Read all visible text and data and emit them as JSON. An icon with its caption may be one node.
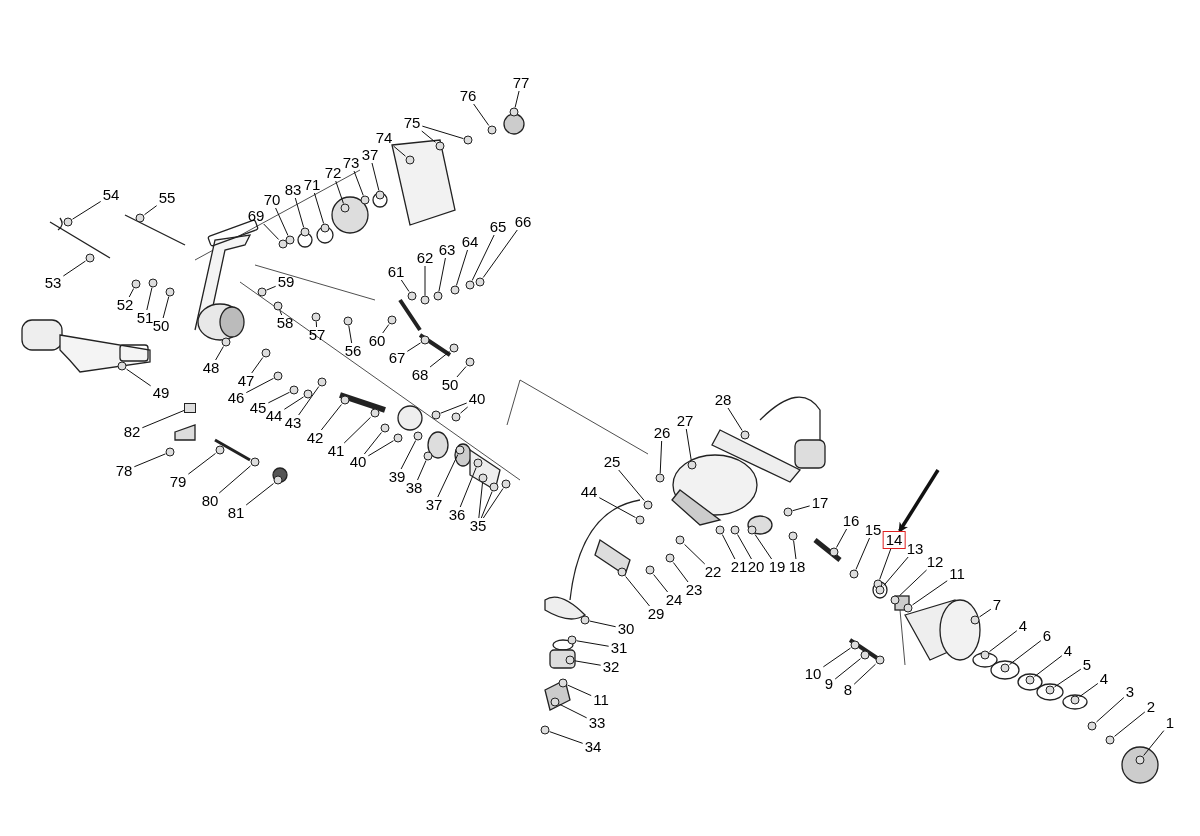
{
  "diagram": {
    "nodes": [
      {
        "text": [
          "77"
        ]
      },
      {
        "text": [
          "76"
        ]
      },
      {
        "text": [
          "75"
        ]
      },
      {
        "text": [
          "74"
        ]
      },
      {
        "text": [
          "37"
        ]
      },
      {
        "text": [
          "73"
        ]
      },
      {
        "text": [
          "72"
        ]
      },
      {
        "text": [
          "71"
        ]
      },
      {
        "text": [
          "83"
        ]
      },
      {
        "text": [
          "70"
        ]
      },
      {
        "text": [
          "69"
        ]
      },
      {
        "text": [
          "54"
        ]
      },
      {
        "text": [
          "55"
        ]
      },
      {
        "text": [
          "53"
        ]
      },
      {
        "text": [
          "52"
        ]
      },
      {
        "text": [
          "51"
        ]
      },
      {
        "text": [
          "50"
        ]
      },
      {
        "text": [
          "59"
        ]
      },
      {
        "text": [
          "61"
        ]
      },
      {
        "text": [
          "62"
        ]
      },
      {
        "text": [
          "63"
        ]
      },
      {
        "text": [
          "64"
        ]
      },
      {
        "text": [
          "65"
        ]
      },
      {
        "text": [
          "66"
        ]
      },
      {
        "text": [
          "58"
        ]
      },
      {
        "text": [
          "57"
        ]
      },
      {
        "text": [
          "56"
        ]
      },
      {
        "text": [
          "60"
        ]
      },
      {
        "text": [
          "67"
        ]
      },
      {
        "text": [
          "68"
        ]
      },
      {
        "text": [
          "50"
        ]
      },
      {
        "text": [
          "48"
        ]
      },
      {
        "text": [
          "47"
        ]
      },
      {
        "text": [
          "49"
        ]
      },
      {
        "text": [
          "46"
        ]
      },
      {
        "text": [
          "45"
        ]
      },
      {
        "text": [
          "44"
        ]
      },
      {
        "text": [
          "43"
        ]
      },
      {
        "text": [
          "42"
        ]
      },
      {
        "text": [
          "41"
        ]
      },
      {
        "text": [
          "40"
        ]
      },
      {
        "text": [
          "40"
        ]
      },
      {
        "text": [
          "39"
        ]
      },
      {
        "text": [
          "38"
        ]
      },
      {
        "text": [
          "37"
        ]
      },
      {
        "text": [
          "36"
        ]
      },
      {
        "text": [
          "35"
        ]
      },
      {
        "text": [
          "82"
        ]
      },
      {
        "text": [
          "78"
        ]
      },
      {
        "text": [
          "79"
        ]
      },
      {
        "text": [
          "80"
        ]
      },
      {
        "text": [
          "81"
        ]
      },
      {
        "text": [
          "28"
        ]
      },
      {
        "text": [
          "27"
        ]
      },
      {
        "text": [
          "26"
        ]
      },
      {
        "text": [
          "25"
        ]
      },
      {
        "text": [
          "44"
        ]
      },
      {
        "text": [
          "17"
        ]
      },
      {
        "text": [
          "16"
        ]
      },
      {
        "text": [
          "15"
        ]
      },
      {
        "text": [
          "14"
        ]
      },
      {
        "text": [
          "13"
        ]
      },
      {
        "text": [
          "12"
        ]
      },
      {
        "text": [
          "11"
        ]
      },
      {
        "text": [
          "7"
        ]
      },
      {
        "text": [
          "22"
        ]
      },
      {
        "text": [
          "21"
        ]
      },
      {
        "text": [
          "20"
        ]
      },
      {
        "text": [
          "19"
        ]
      },
      {
        "text": [
          "18"
        ]
      },
      {
        "text": [
          "23"
        ]
      },
      {
        "text": [
          "24"
        ]
      },
      {
        "text": [
          "29"
        ]
      },
      {
        "text": [
          "30"
        ]
      },
      {
        "text": [
          "31"
        ]
      },
      {
        "text": [
          "32"
        ]
      },
      {
        "text": [
          "11"
        ]
      },
      {
        "text": [
          "33"
        ]
      },
      {
        "text": [
          "34"
        ]
      },
      {
        "text": [
          "4"
        ]
      },
      {
        "text": [
          "6"
        ]
      },
      {
        "text": [
          "4"
        ]
      },
      {
        "text": [
          "5"
        ]
      },
      {
        "text": [
          "4"
        ]
      },
      {
        "text": [
          "3"
        ]
      },
      {
        "text": [
          "2"
        ]
      },
      {
        "text": [
          "10"
        ]
      },
      {
        "text": [
          "9"
        ]
      },
      {
        "text": [
          "8"
        ]
      },
      {
        "text": [
          "1"
        ]
      },
      {
        "text": [],
        "shape": "circle"
      },
      {
        "text": [],
        "shape": "circle"
      },
      {
        "text": [],
        "shape": "circle"
      },
      {
        "text": [],
        "shape": "circle"
      },
      {
        "text": [],
        "shape": "circle"
      },
      {
        "text": [],
        "shape": "circle"
      },
      {
        "text": [],
        "shape": "box"
      },
      {
        "text": [],
        "shape": "circle"
      },
      {
        "text": [],
        "shape": "circle"
      },
      {
        "text": [],
        "shape": "circle"
      },
      {
        "text": [],
        "shape": "circle"
      },
      {
        "text": [],
        "shape": "circle"
      },
      {
        "text": [],
        "shape": "circle"
      },
      {
        "text": [],
        "shape": "circle"
      },
      {
        "text": [],
        "shape": "circle"
      },
      {
        "text": [],
        "shape": "circle"
      },
      {
        "text": [],
        "shape": "circle"
      },
      {
        "text": [],
        "shape": "circle"
      },
      {
        "text": [],
        "shape": "circle"
      },
      {
        "text": [],
        "shape": "circle"
      },
      {
        "text": [],
        "shape": "circle"
      },
      {
        "text": [],
        "shape": "circle"
      },
      {
        "text": [],
        "shape": "circle"
      },
      {
        "text": [],
        "shape": "circle"
      },
      {
        "text": [],
        "shape": "circle"
      },
      {
        "text": [],
        "shape": "circle"
      },
      {
        "text": [],
        "shape": "circle"
      },
      {
        "text": [],
        "shape": "circle"
      },
      {
        "text": [],
        "shape": "circle"
      },
      {
        "text": [],
        "shape": "circle"
      },
      {
        "text": [],
        "shape": "circle"
      },
      {
        "text": [],
        "shape": "circle"
      },
      {
        "text": [],
        "shape": "circle"
      },
      {
        "text": [],
        "shape": "circle"
      },
      {
        "text": [],
        "shape": "circle"
      },
      {
        "text": [],
        "shape": "circle"
      },
      {
        "text": [],
        "shape": "circle"
      },
      {
        "text": [],
        "shape": "circle"
      },
      {
        "text": [],
        "shape": "circle"
      },
      {
        "text": [],
        "shape": "circle"
      },
      {
        "text": [],
        "shape": "circle"
      },
      {
        "text": [],
        "shape": "circle"
      },
      {
        "text": [],
        "shape": "circle"
      },
      {
        "text": [],
        "shape": "circle"
      },
      {
        "text": [],
        "shape": "circle"
      },
      {
        "text": [],
        "shape": "circle"
      },
      {
        "text": [],
        "shape": "circle"
      },
      {
        "text": [],
        "shape": "circle"
      },
      {
        "text": [],
        "shape": "circle"
      },
      {
        "text": [],
        "shape": "circle"
      },
      {
        "text": [],
        "shape": "circle"
      },
      {
        "text": [],
        "shape": "circle"
      },
      {
        "text": [],
        "shape": "circle"
      },
      {
        "text": [],
        "shape": "circle"
      },
      {
        "text": [],
        "shape": "circle"
      },
      {
        "text": [],
        "shape": "circle"
      },
      {
        "text": [],
        "shape": "circle"
      },
      {
        "text": [],
        "shape": "circle"
      },
      {
        "text": [],
        "shape": "circle"
      },
      {
        "text": [],
        "shape": "circle"
      },
      {
        "text": [],
        "shape": "circle"
      },
      {
        "text": [],
        "shape": "circle"
      },
      {
        "text": [],
        "shape": "circle"
      },
      {
        "text": [],
        "shape": "circle"
      },
      {
        "text": [],
        "shape": "circle"
      },
      {
        "text": [],
        "shape": "circle"
      },
      {
        "text": [],
        "shape": "circle"
      },
      {
        "text": [],
        "shape": "circle"
      },
      {
        "text": [],
        "shape": "circle"
      },
      {
        "text": [],
        "shape": "circle"
      },
      {
        "text": [],
        "shape": "circle"
      },
      {
        "text": [],
        "shape": "circle"
      },
      {
        "text": [],
        "shape": "circle"
      },
      {
        "text": [],
        "shape": "circle"
      },
      {
        "text": [],
        "shape": "circle"
      },
      {
        "text": [],
        "shape": "circle"
      },
      {
        "text": [],
        "shape": "circle"
      },
      {
        "text": [],
        "shape": "circle"
      },
      {
        "text": [],
        "shape": "circle"
      },
      {
        "text": [],
        "shape": "circle"
      },
      {
        "text": [],
        "shape": "circle"
      },
      {
        "text": [],
        "shape": "circle"
      },
      {
        "text": [],
        "shape": "circle"
      },
      {
        "text": [],
        "shape": "circle"
      },
      {
        "text": [],
        "shape": "circle"
      },
      {
        "text": [],
        "shape": "circle"
      },
      {
        "text": [],
        "shape": "circle"
      },
      {
        "text": [],
        "shape": "circle"
      },
      {
        "text": [],
        "shape": "circle"
      },
      {
        "text": [],
        "shape": "circle"
      },
      {
        "text": [],
        "shape": "circle"
      },
      {
        "text": [],
        "shape": "circle"
      },
      {
        "text": [],
        "shape": "circle"
      },
      {
        "text": [],
        "shape": "circle"
      },
      {
        "text": [],
        "shape": "circle"
      }
    ],
    "edges": [
      {
        "from": 0,
        "to": 100,
        "arrow": "none"
      },
      {
        "from": 1,
        "to": 101,
        "arrow": "none"
      },
      {
        "from": 2,
        "to": 102,
        "arrow": "none"
      },
      {
        "from": 2,
        "to": 103,
        "arrow": "none"
      },
      {
        "from": 3,
        "to": 104,
        "arrow": "none"
      },
      {
        "from": 4,
        "to": 105,
        "arrow": "none"
      },
      {
        "from": 5,
        "to": 106,
        "arrow": "none"
      },
      {
        "from": 6,
        "to": 107,
        "arrow": "none"
      },
      {
        "from": 7,
        "to": 108,
        "arrow": "none"
      },
      {
        "from": 8,
        "to": 109,
        "arrow": "none"
      },
      {
        "from": 9,
        "to": 110,
        "arrow": "none"
      },
      {
        "from": 10,
        "to": 111,
        "arrow": "none"
      },
      {
        "from": 11,
        "to": 112,
        "arrow": "none"
      },
      {
        "from": 12,
        "to": 113,
        "arrow": "none"
      },
      {
        "from": 13,
        "to": 114,
        "arrow": "none"
      },
      {
        "from": 14,
        "to": 115,
        "arrow": "none"
      },
      {
        "from": 15,
        "to": 90,
        "arrow": "none"
      },
      {
        "from": 16,
        "to": 91,
        "arrow": "none"
      },
      {
        "from": 17,
        "to": 116,
        "arrow": "none"
      },
      {
        "from": 18,
        "to": 117,
        "arrow": "none"
      },
      {
        "from": 19,
        "to": 118,
        "arrow": "none"
      },
      {
        "from": 20,
        "to": 119,
        "arrow": "none"
      },
      {
        "from": 21,
        "to": 120,
        "arrow": "none"
      },
      {
        "from": 22,
        "to": 121,
        "arrow": "none"
      },
      {
        "from": 23,
        "to": 122,
        "arrow": "none"
      },
      {
        "from": 24,
        "to": 123,
        "arrow": "none"
      },
      {
        "from": 25,
        "to": 124,
        "arrow": "none"
      },
      {
        "from": 26,
        "to": 92,
        "arrow": "none"
      },
      {
        "from": 27,
        "to": 125,
        "arrow": "none"
      },
      {
        "from": 28,
        "to": 126,
        "arrow": "none"
      },
      {
        "from": 29,
        "to": 127,
        "arrow": "none"
      },
      {
        "from": 30,
        "to": 128,
        "arrow": "none"
      },
      {
        "from": 31,
        "to": 129,
        "arrow": "none"
      },
      {
        "from": 32,
        "to": 93,
        "arrow": "none"
      },
      {
        "from": 33,
        "to": 130,
        "arrow": "none"
      },
      {
        "from": 34,
        "to": 94,
        "arrow": "none"
      },
      {
        "from": 35,
        "to": 131,
        "arrow": "none"
      },
      {
        "from": 36,
        "to": 132,
        "arrow": "none"
      },
      {
        "from": 37,
        "to": 133,
        "arrow": "none"
      },
      {
        "from": 38,
        "to": 134,
        "arrow": "none"
      },
      {
        "from": 39,
        "to": 135,
        "arrow": "none"
      },
      {
        "from": 40,
        "to": 95,
        "arrow": "none"
      },
      {
        "from": 40,
        "to": 136,
        "arrow": "none"
      },
      {
        "from": 41,
        "to": 137,
        "arrow": "none"
      },
      {
        "from": 41,
        "to": 138,
        "arrow": "none"
      },
      {
        "from": 42,
        "to": 139,
        "arrow": "none"
      },
      {
        "from": 43,
        "to": 140,
        "arrow": "none"
      },
      {
        "from": 44,
        "to": 141,
        "arrow": "none"
      },
      {
        "from": 45,
        "to": 142,
        "arrow": "none"
      },
      {
        "from": 46,
        "to": 143,
        "arrow": "none"
      },
      {
        "from": 46,
        "to": 144,
        "arrow": "none"
      },
      {
        "from": 46,
        "to": 145,
        "arrow": "none"
      },
      {
        "from": 47,
        "to": 96,
        "arrow": "none"
      },
      {
        "from": 48,
        "to": 146,
        "arrow": "none"
      },
      {
        "from": 49,
        "to": 147,
        "arrow": "none"
      },
      {
        "from": 50,
        "to": 148,
        "arrow": "none"
      },
      {
        "from": 51,
        "to": 149,
        "arrow": "none"
      },
      {
        "from": 52,
        "to": 150,
        "arrow": "none"
      },
      {
        "from": 53,
        "to": 151,
        "arrow": "none"
      },
      {
        "from": 54,
        "to": 152,
        "arrow": "none"
      },
      {
        "from": 55,
        "to": 153,
        "arrow": "none"
      },
      {
        "from": 56,
        "to": 154,
        "arrow": "none"
      },
      {
        "from": 57,
        "to": 155,
        "arrow": "none"
      },
      {
        "from": 58,
        "to": 156,
        "arrow": "none"
      },
      {
        "from": 59,
        "to": 97,
        "arrow": "none"
      },
      {
        "from": 60,
        "to": 157,
        "arrow": "none"
      },
      {
        "from": 61,
        "to": 158,
        "arrow": "none"
      },
      {
        "from": 62,
        "to": 159,
        "arrow": "none"
      },
      {
        "from": 63,
        "to": 160,
        "arrow": "none"
      },
      {
        "from": 64,
        "to": 161,
        "arrow": "none"
      },
      {
        "from": 65,
        "to": 162,
        "arrow": "none"
      },
      {
        "from": 66,
        "to": 163,
        "arrow": "none"
      },
      {
        "from": 67,
        "to": 164,
        "arrow": "none"
      },
      {
        "from": 68,
        "to": 165,
        "arrow": "none"
      },
      {
        "from": 69,
        "to": 98,
        "arrow": "none"
      },
      {
        "from": 70,
        "to": 166,
        "arrow": "none"
      },
      {
        "from": 71,
        "to": 167,
        "arrow": "none"
      },
      {
        "from": 72,
        "to": 168,
        "arrow": "none"
      },
      {
        "from": 73,
        "to": 169,
        "arrow": "none"
      },
      {
        "from": 74,
        "to": 170,
        "arrow": "none"
      },
      {
        "from": 75,
        "to": 171,
        "arrow": "none"
      },
      {
        "from": 76,
        "to": 172,
        "arrow": "none"
      },
      {
        "from": 77,
        "to": 173,
        "arrow": "none"
      },
      {
        "from": 78,
        "to": 174,
        "arrow": "none"
      },
      {
        "from": 79,
        "to": 175,
        "arrow": "none"
      },
      {
        "from": 80,
        "to": 176,
        "arrow": "none"
      },
      {
        "from": 81,
        "to": 177,
        "arrow": "none"
      },
      {
        "from": 82,
        "to": 178,
        "arrow": "none"
      },
      {
        "from": 83,
        "to": 179,
        "arrow": "none"
      },
      {
        "from": 84,
        "to": 99,
        "arrow": "none"
      },
      {
        "from": 85,
        "to": 180,
        "arrow": "none"
      },
      {
        "from": 86,
        "to": 181,
        "arrow": "none"
      },
      {
        "from": 87,
        "to": 182,
        "arrow": "none"
      },
      {
        "from": 88,
        "to": 183,
        "arrow": "none"
      },
      {
        "from": 89,
        "to": 184,
        "arrow": "none"
      },
      {
        "from": null,
        "to": 60,
        "arrow": "to",
        "style": "thick"
      }
    ]
  }
}
